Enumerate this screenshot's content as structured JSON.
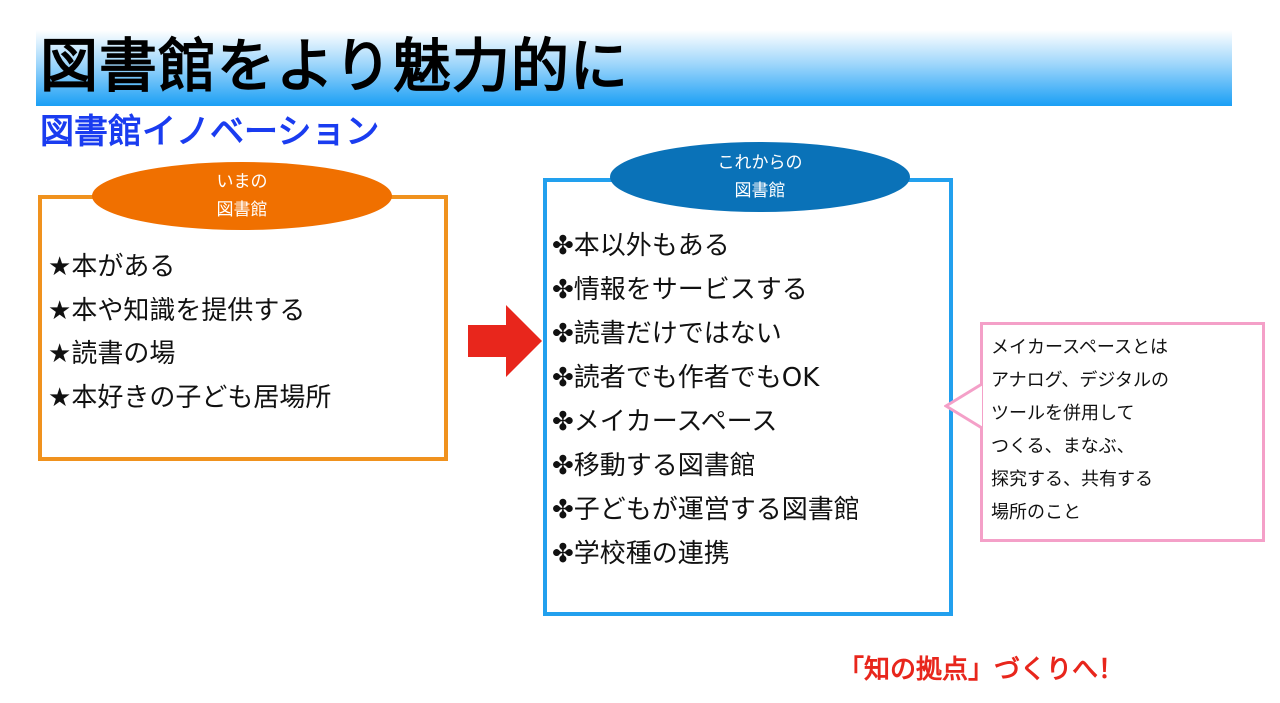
{
  "slide": {
    "title": "図書館をより魅力的に",
    "subtitle": "図書館イノベーション",
    "current": {
      "label_line1": "いまの",
      "label_line2": "図書館",
      "bullet": "★",
      "items": [
        "本がある",
        "本や知識を提供する",
        "読書の場",
        "本好きの子ども居場所"
      ]
    },
    "future": {
      "label_line1": "これからの",
      "label_line2": "図書館",
      "bullet": "✤",
      "items": [
        "本以外もある",
        "情報をサービスする",
        "読書だけではない",
        "読者でも作者でもOK",
        "メイカースペース",
        "移動する図書館",
        "子どもが運営する図書館",
        "学校種の連携"
      ]
    },
    "callout": {
      "lines": [
        "メイカースペースとは",
        "アナログ、デジタルの",
        "ツールを併用して",
        "つくる、まなぶ、",
        "探究する、共有する",
        "場所のこと"
      ]
    },
    "footer": "「知の拠点」づくりへ！",
    "colors": {
      "title_gradient_end": "#1a9ff5",
      "subtitle": "#1a3cf0",
      "current_accent": "#f07000",
      "future_accent": "#0a72b8",
      "arrow": "#e8261c",
      "callout_border": "#f4a0c8",
      "footer": "#e8261c"
    }
  }
}
